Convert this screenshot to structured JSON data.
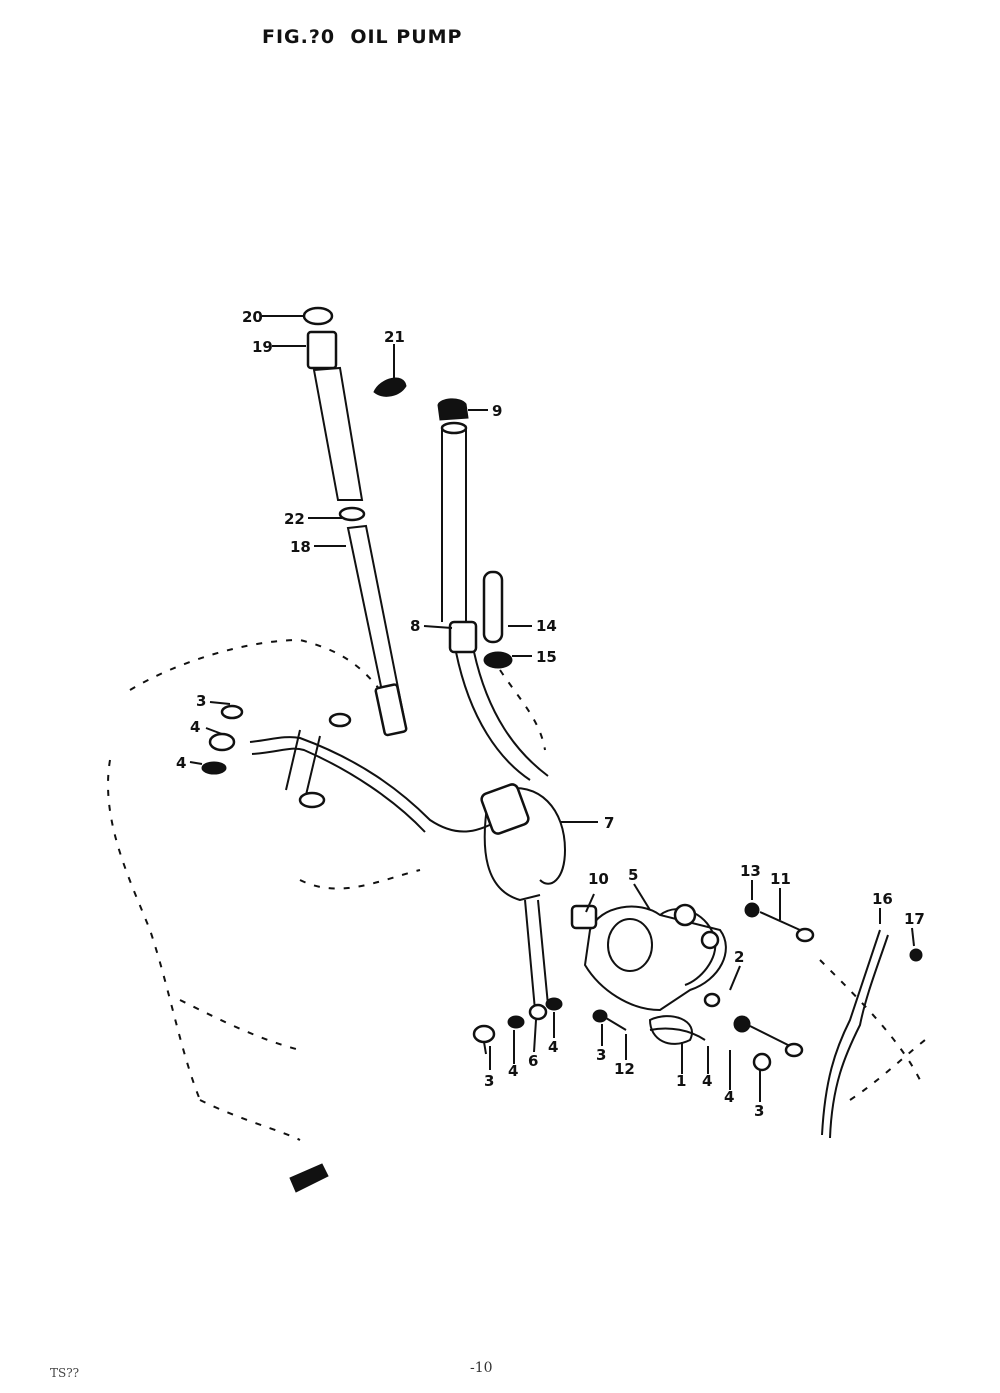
{
  "title": "FIG.?0  OIL PUMP",
  "footer": {
    "left": "TS??",
    "page": "-10"
  },
  "callouts": [
    "20",
    "19",
    "21",
    "9",
    "22",
    "18",
    "14",
    "15",
    "8",
    "3",
    "4",
    "4",
    "7",
    "10",
    "5",
    "13",
    "11",
    "16",
    "17",
    "2",
    "3",
    "4",
    "6",
    "4",
    "3",
    "12",
    "1",
    "4",
    "4",
    "3"
  ],
  "colors": {
    "ink": "#111111",
    "paper": "#ffffff"
  }
}
